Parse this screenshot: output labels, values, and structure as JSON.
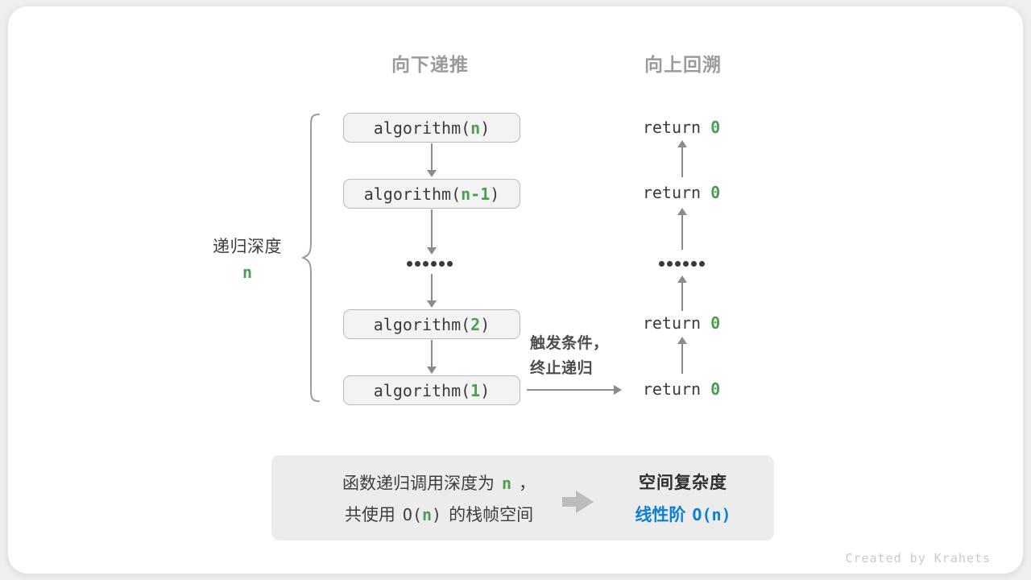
{
  "colors": {
    "green": "#4C9E52",
    "blue": "#0C7FD6",
    "arrow_gray": "#8b8b8b",
    "box_fill": "#f3f3f3"
  },
  "headers": {
    "downward": "向下递推",
    "upward": "向上回溯"
  },
  "depth": {
    "label": "递归深度",
    "value": "n"
  },
  "stack": {
    "boxes": [
      {
        "pre": "algorithm(",
        "arg": "n",
        "post": ")"
      },
      {
        "pre": "algorithm(",
        "arg": "n-1",
        "post": ")"
      },
      {
        "pre": "algorithm(",
        "arg": "2",
        "post": ")"
      },
      {
        "pre": "algorithm(",
        "arg": "1",
        "post": ")"
      }
    ]
  },
  "returns": [
    {
      "keyword": "return",
      "value": "0"
    },
    {
      "keyword": "return",
      "value": "0"
    },
    {
      "keyword": "return",
      "value": "0"
    },
    {
      "keyword": "return",
      "value": "0"
    }
  ],
  "base_case": {
    "line1": "触发条件，",
    "line2": "终止递归"
  },
  "summary": {
    "line1_text": "函数递归调用深度为",
    "line1_var": "n",
    "line1_comma": "，",
    "line2_pre": "共使用",
    "line2_o": "O(",
    "line2_var": "n",
    "line2_close": ")",
    "line2_post": "的栈帧空间",
    "result_title": "空间复杂度",
    "result_label": "线性阶",
    "result_bigo": "O(n)"
  },
  "watermark": "Created by Krahets"
}
